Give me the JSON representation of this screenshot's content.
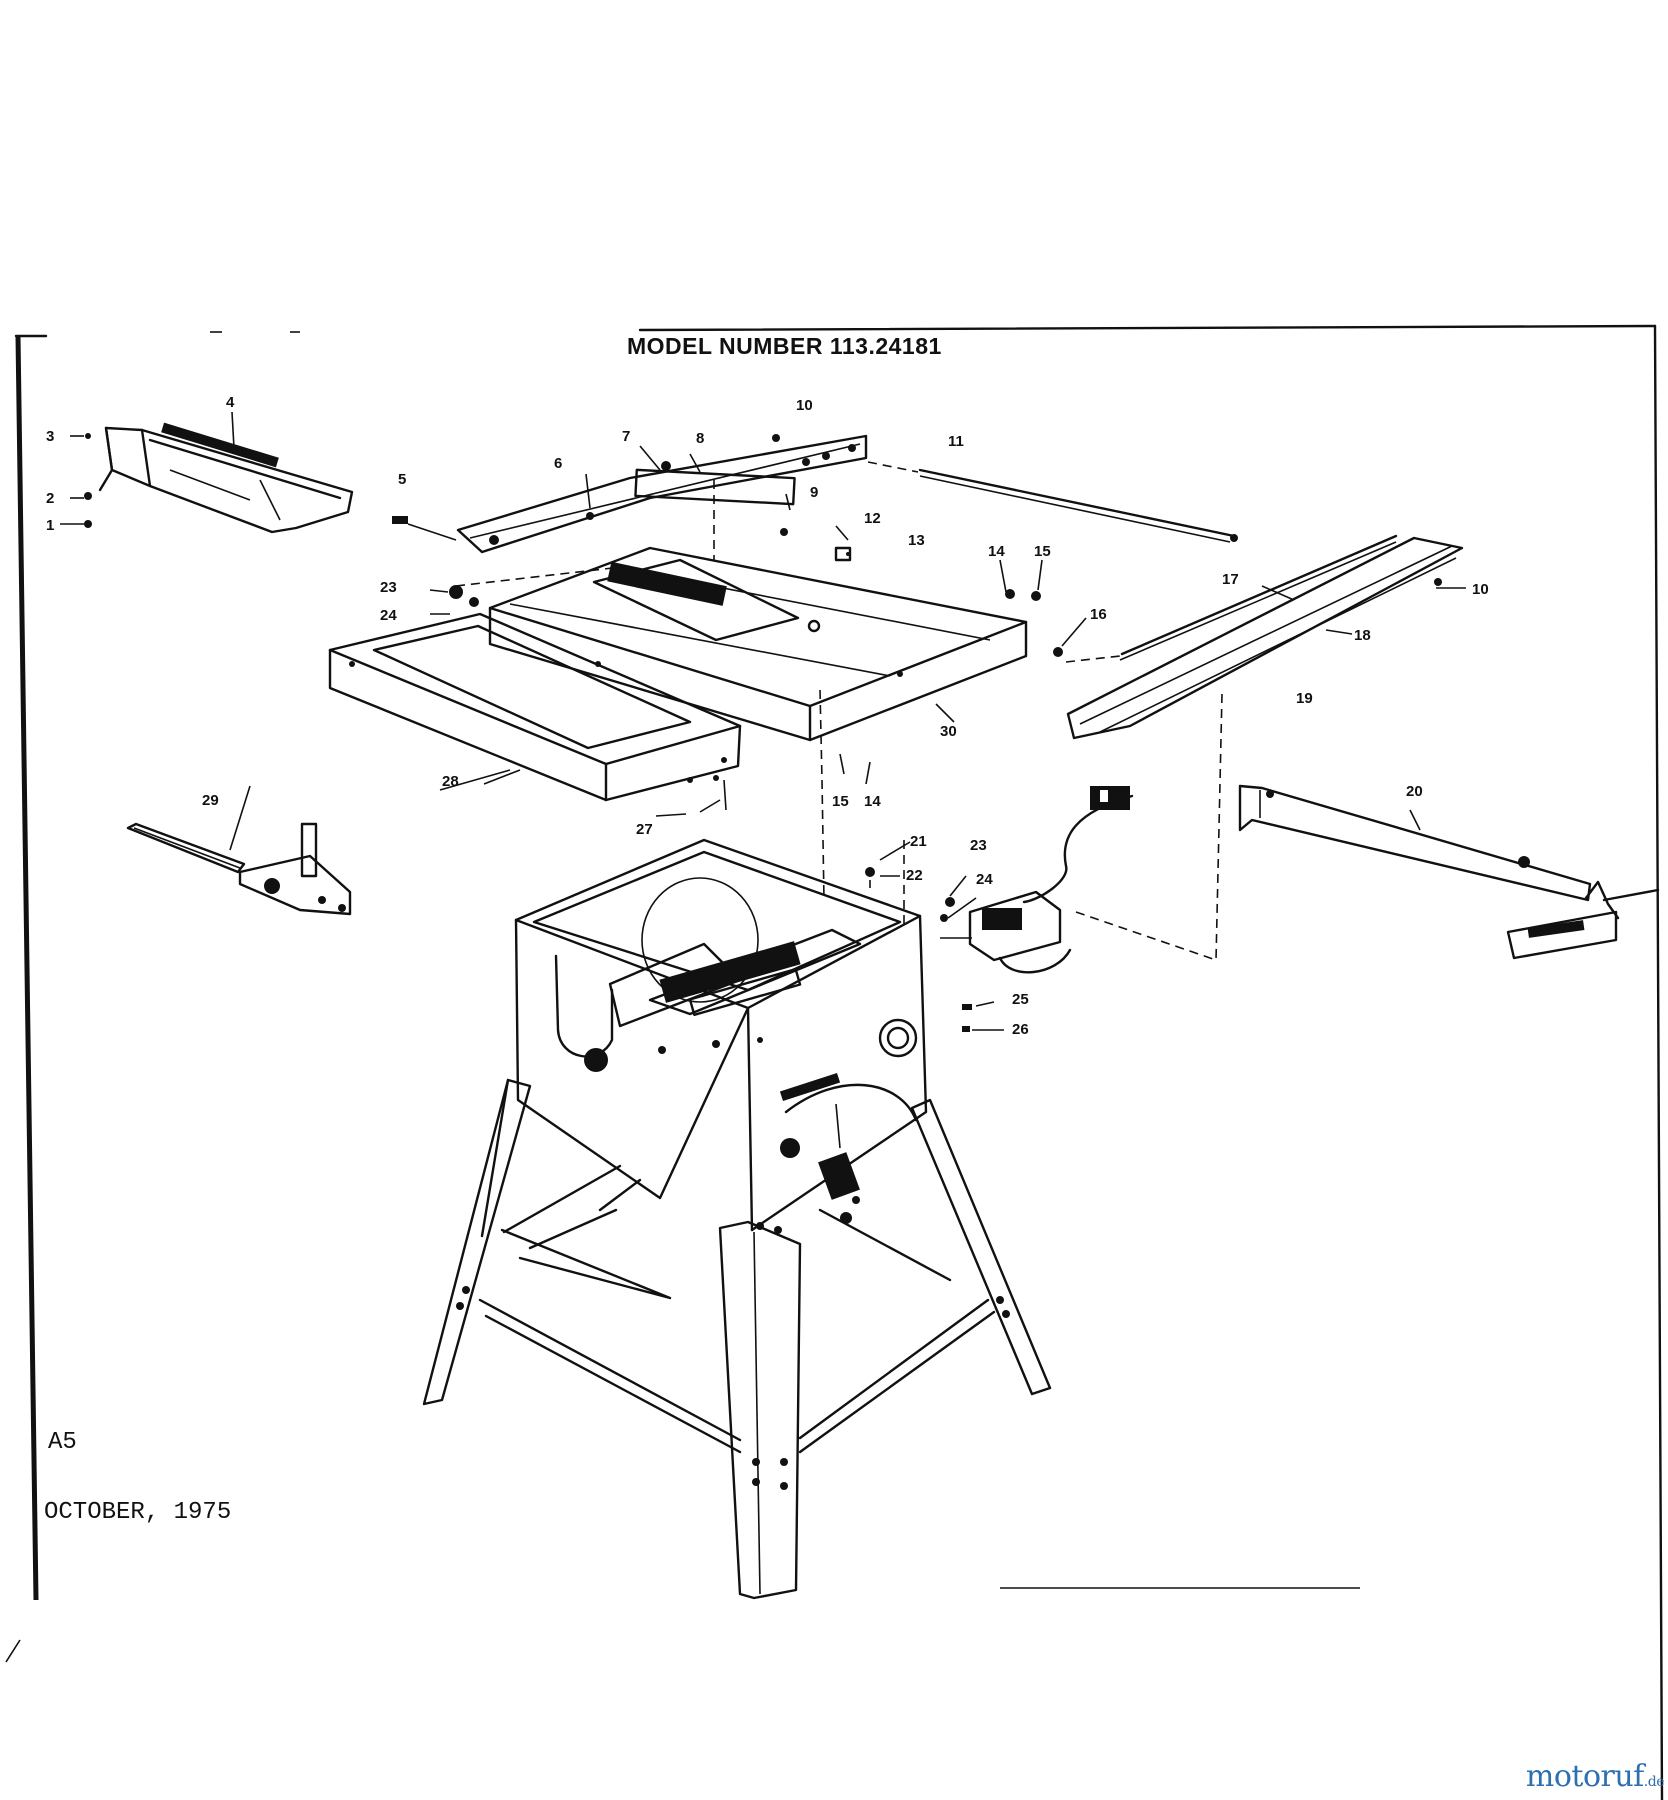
{
  "diagram": {
    "title": "MODEL NUMBER 113.24181",
    "section": "A5",
    "date": "OCTOBER, 1975",
    "watermark": {
      "main": "motoruf",
      "suffix": ".de"
    }
  },
  "callouts": {
    "c1": "1",
    "c2": "2",
    "c3": "3",
    "c4": "4",
    "c5": "5",
    "c6": "6",
    "c7": "7",
    "c8": "8",
    "c9": "9",
    "c10a": "10",
    "c10b": "10",
    "c11": "11",
    "c12": "12",
    "c13": "13",
    "c14a": "14",
    "c14b": "14",
    "c15a": "15",
    "c15b": "15",
    "c16": "16",
    "c17": "17",
    "c18": "18",
    "c19": "19",
    "c20": "20",
    "c21": "21",
    "c22": "22",
    "c23a": "23",
    "c23b": "23",
    "c24a": "24",
    "c24b": "24",
    "c25": "25",
    "c26": "26",
    "c27": "27",
    "c28": "28",
    "c29": "29",
    "c30": "30"
  }
}
